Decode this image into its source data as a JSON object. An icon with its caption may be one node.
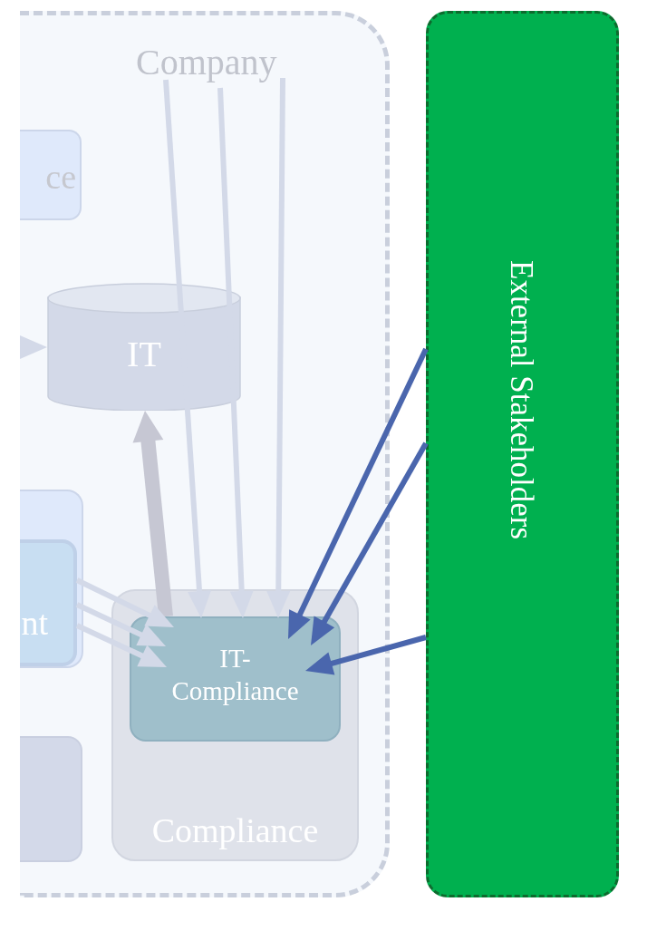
{
  "diagram": {
    "nodes": [
      {
        "text": [
          "Company"
        ]
      },
      {
        "text": [
          "ce"
        ],
        "in": 0
      },
      {
        "text": [
          "IT"
        ],
        "in": 0
      },
      {
        "text": [],
        "shape": "box",
        "in": 0
      },
      {
        "text": [
          "nt"
        ],
        "in": 3
      },
      {
        "text": [],
        "shape": "box",
        "in": 0
      },
      {
        "text": [
          "Compliance"
        ],
        "in": 0
      },
      {
        "text": [
          "IT-Compliance"
        ],
        "in": 6
      },
      {
        "text": [
          "External Stakeholders"
        ]
      }
    ],
    "edges": [
      {
        "from": null,
        "to": 2,
        "arrow": "to"
      },
      {
        "from": 7,
        "to": 2,
        "arrow": "to",
        "style": "thick",
        "color": "#c6c7d3"
      },
      {
        "from": null,
        "to": 7,
        "arrow": "to"
      },
      {
        "from": null,
        "to": 7,
        "arrow": "to"
      },
      {
        "from": null,
        "to": 7,
        "arrow": "to"
      },
      {
        "from": 4,
        "to": 7,
        "arrow": "to"
      },
      {
        "from": 4,
        "to": 7,
        "arrow": "to"
      },
      {
        "from": 4,
        "to": 7,
        "arrow": "to"
      },
      {
        "from": 8,
        "to": 7,
        "arrow": "to",
        "color": "#4a66ad"
      },
      {
        "from": 8,
        "to": 7,
        "arrow": "to",
        "color": "#4a66ad"
      },
      {
        "from": 8,
        "to": 7,
        "arrow": "to",
        "color": "#4a66ad"
      }
    ]
  }
}
